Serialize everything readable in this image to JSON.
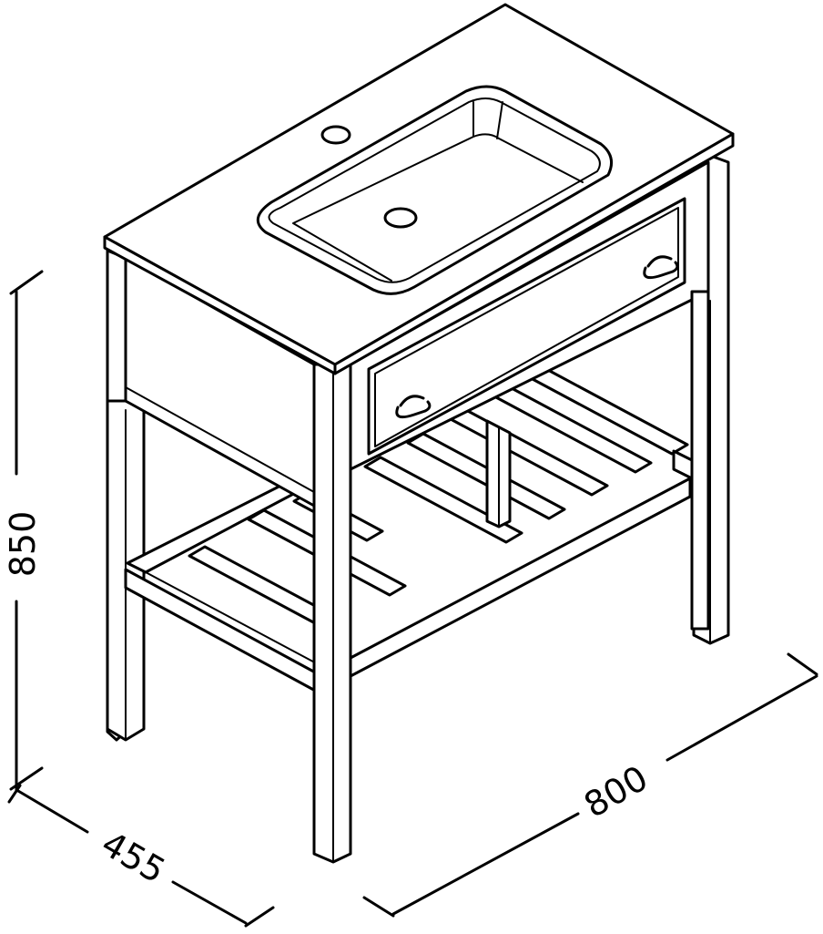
{
  "dimensions": {
    "height": "850",
    "depth": "455",
    "width": "800"
  },
  "colors": {
    "line": "#000000",
    "background": "#ffffff"
  }
}
